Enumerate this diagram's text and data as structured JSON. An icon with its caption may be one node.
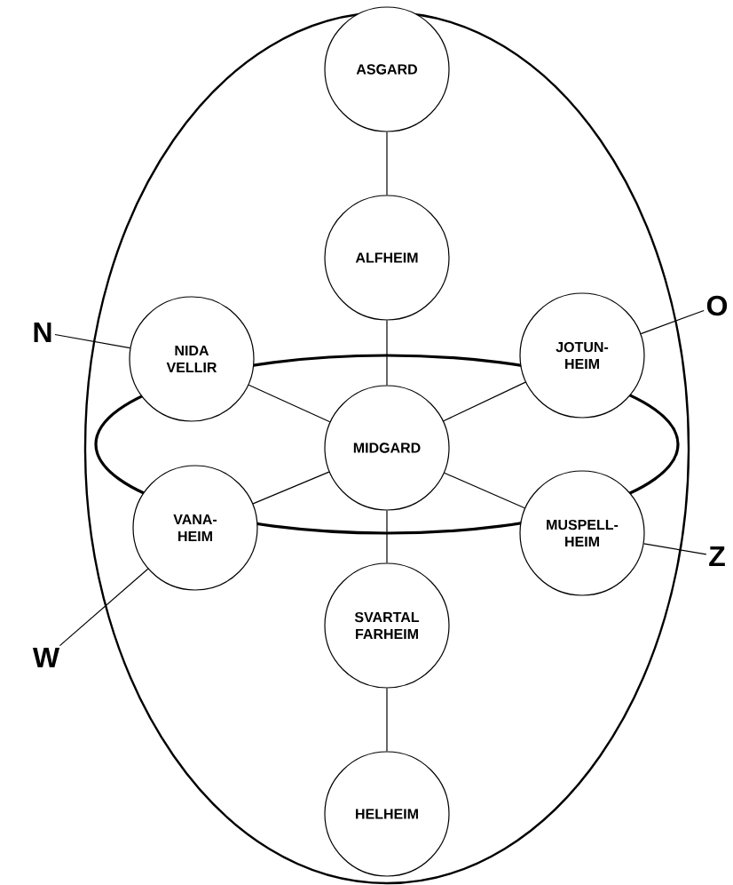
{
  "diagram": {
    "nodes": [
      {
        "text": [
          "ASGARD"
        ]
      },
      {
        "text": [
          "ALFHEIM"
        ]
      },
      {
        "text": [
          "NIDA VELLIR"
        ]
      },
      {
        "text": [
          "JOTUN- HEIM"
        ]
      },
      {
        "text": [
          "MIDGARD"
        ]
      },
      {
        "text": [
          "VANA- HEIM"
        ]
      },
      {
        "text": [
          "MUSPELL- HEIM"
        ]
      },
      {
        "text": [
          "SVARTAL FARHEIM"
        ]
      },
      {
        "text": [
          "HELHEIM"
        ]
      },
      {
        "text": [
          "N"
        ]
      },
      {
        "text": [
          "O"
        ]
      },
      {
        "text": [
          "W"
        ]
      },
      {
        "text": [
          "Z"
        ]
      }
    ],
    "edges": [
      {
        "from": 0,
        "to": 1,
        "arrow": "none"
      },
      {
        "from": 1,
        "to": 4,
        "arrow": "none"
      },
      {
        "from": 2,
        "to": 4,
        "arrow": "none"
      },
      {
        "from": 3,
        "to": 4,
        "arrow": "none"
      },
      {
        "from": 5,
        "to": 4,
        "arrow": "none"
      },
      {
        "from": 6,
        "to": 4,
        "arrow": "none"
      },
      {
        "from": 4,
        "to": 7,
        "arrow": "none"
      },
      {
        "from": 7,
        "to": 8,
        "arrow": "none"
      },
      {
        "from": 9,
        "to": 2,
        "arrow": "none"
      },
      {
        "from": 10,
        "to": 3,
        "arrow": "none"
      },
      {
        "from": 11,
        "to": 5,
        "arrow": "none"
      },
      {
        "from": 12,
        "to": 6,
        "arrow": "none"
      }
    ]
  }
}
